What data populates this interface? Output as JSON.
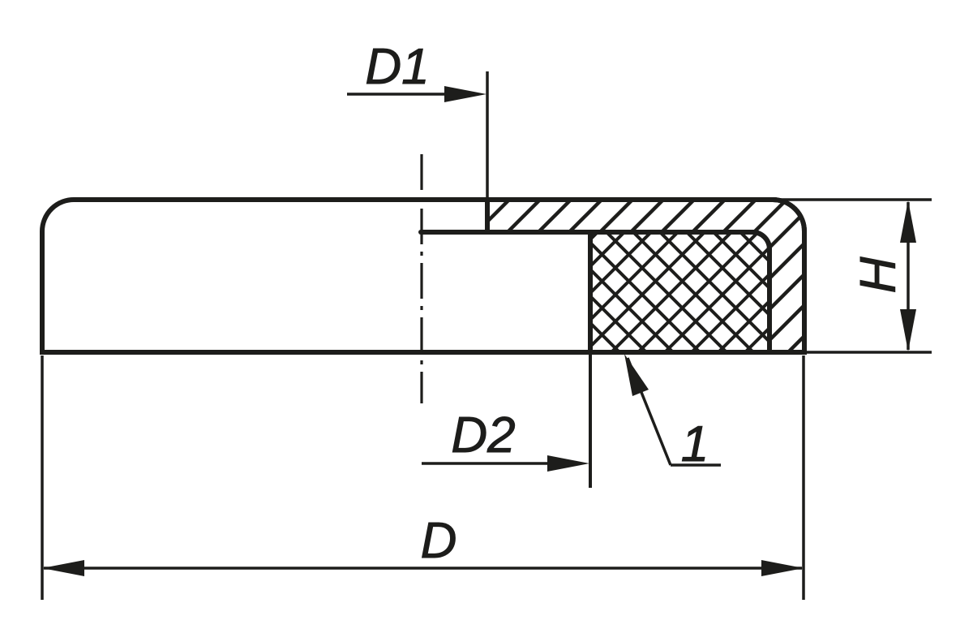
{
  "drawing": {
    "labels": {
      "d1": "D1",
      "d2": "D2",
      "d": "D",
      "h": "H",
      "callout": "1"
    },
    "colors": {
      "line": "#1d1d1b",
      "background": "#ffffff"
    }
  }
}
